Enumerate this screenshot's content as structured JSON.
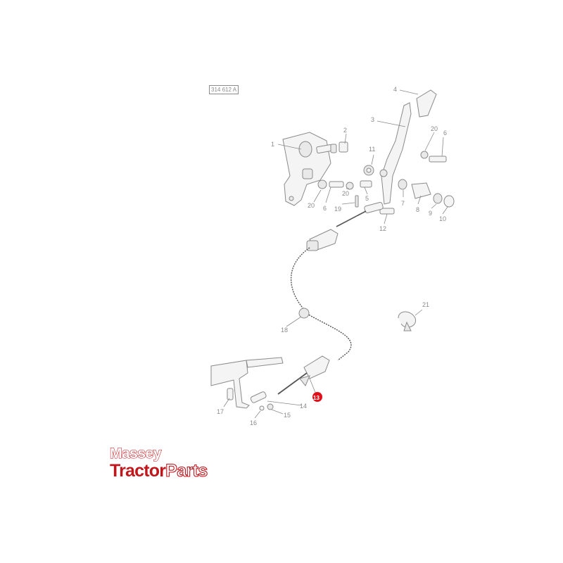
{
  "diagram": {
    "reference_code": "314 612 A",
    "highlight_color": "#e0101a",
    "callouts": [
      {
        "id": "c1",
        "label": "1"
      },
      {
        "id": "c2",
        "label": "2"
      },
      {
        "id": "c3",
        "label": "3"
      },
      {
        "id": "c4",
        "label": "4"
      },
      {
        "id": "c5",
        "label": "5"
      },
      {
        "id": "c6a",
        "label": "6"
      },
      {
        "id": "c6b",
        "label": "6"
      },
      {
        "id": "c7",
        "label": "7"
      },
      {
        "id": "c8",
        "label": "8"
      },
      {
        "id": "c9",
        "label": "9"
      },
      {
        "id": "c10",
        "label": "10"
      },
      {
        "id": "c11",
        "label": "11"
      },
      {
        "id": "c12",
        "label": "12"
      },
      {
        "id": "c13",
        "label": "13",
        "highlighted": true
      },
      {
        "id": "c14",
        "label": "14"
      },
      {
        "id": "c15",
        "label": "15"
      },
      {
        "id": "c16",
        "label": "16"
      },
      {
        "id": "c17",
        "label": "17"
      },
      {
        "id": "c18",
        "label": "18"
      },
      {
        "id": "c19",
        "label": "19"
      },
      {
        "id": "c20a",
        "label": "20"
      },
      {
        "id": "c20b",
        "label": "20"
      },
      {
        "id": "c20c",
        "label": "20"
      },
      {
        "id": "c21",
        "label": "21"
      }
    ]
  },
  "logo": {
    "line1": "Massey",
    "line2_a": "Tractor",
    "line2_b": "Parts",
    "brand_color": "#c0171d"
  }
}
